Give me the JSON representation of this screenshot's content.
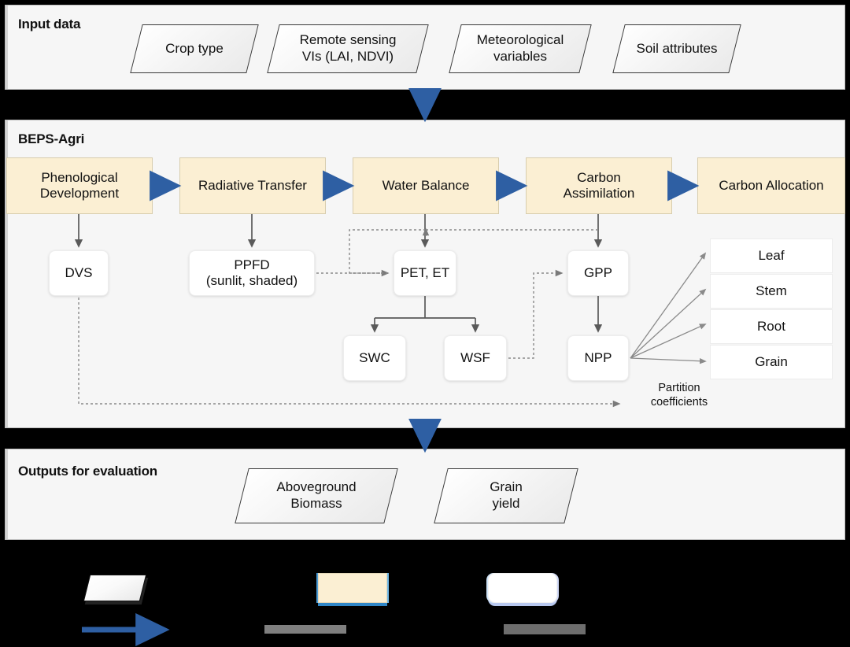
{
  "diagram": {
    "title": "BEPS-Agri crop model flowchart",
    "colors": {
      "process_fill": "#fbefd3",
      "process_border": "#d8cdae",
      "variable_fill": "#ffffff",
      "arrow_blue": "#2e5fa3",
      "arrow_gray": "#5a5a5a",
      "panel_bg": "#f6f6f6",
      "legend_bg": "#000000",
      "legend_bar": "#7f7f7f"
    }
  },
  "panels": {
    "input": {
      "title": "Input data",
      "items": [
        {
          "label": "Crop type"
        },
        {
          "label": "Remote sensing\nVIs (LAI, NDVI)"
        },
        {
          "label": "Meteorological\nvariables"
        },
        {
          "label": "Soil attributes"
        }
      ]
    },
    "model": {
      "title": "BEPS-Agri",
      "processes": [
        {
          "label": "Phenological\nDevelopment"
        },
        {
          "label": "Radiative Transfer"
        },
        {
          "label": "Water Balance"
        },
        {
          "label": "Carbon\nAssimilation"
        },
        {
          "label": "Carbon Allocation"
        }
      ],
      "variables": [
        {
          "label": "DVS"
        },
        {
          "label": "PPFD\n(sunlit, shaded)"
        },
        {
          "label": "PET, ET"
        },
        {
          "label": "GPP"
        },
        {
          "label": "SWC"
        },
        {
          "label": "WSF"
        },
        {
          "label": "NPP"
        }
      ],
      "organs": [
        {
          "label": "Leaf"
        },
        {
          "label": "Stem"
        },
        {
          "label": "Root"
        },
        {
          "label": "Grain"
        }
      ],
      "annotations": [
        {
          "label": "Partition\ncoefficients"
        }
      ]
    },
    "outputs": {
      "title": "Outputs for evaluation",
      "items": [
        {
          "label": "Aboveground\nBiomass"
        },
        {
          "label": "Grain\nyield"
        }
      ]
    }
  },
  "legend": {
    "shapes": [
      {
        "icon": "parallelogram-shape",
        "label": ""
      },
      {
        "icon": "process-rectangle-shape",
        "label": ""
      },
      {
        "icon": "rounded-rectangle-shape",
        "label": ""
      }
    ],
    "lines": [
      {
        "icon": "blue-solid-arrow",
        "label": ""
      },
      {
        "icon": "gray-redacted-bar",
        "label": ""
      },
      {
        "icon": "gray-redacted-bar",
        "label": ""
      }
    ]
  }
}
